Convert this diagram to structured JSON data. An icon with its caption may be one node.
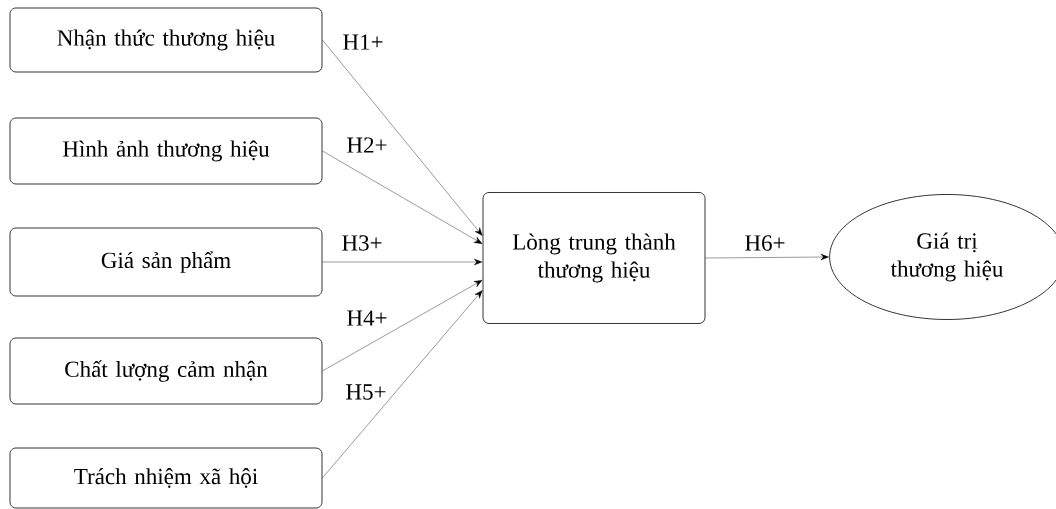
{
  "diagram": {
    "nodes": [
      {
        "text": [
          "Nhận thức thương hiệu"
        ]
      },
      {
        "text": [
          "Hình ảnh thương hiệu"
        ]
      },
      {
        "text": [
          "Giá sản phẩm"
        ]
      },
      {
        "text": [
          "Chất lượng cảm nhận"
        ]
      },
      {
        "text": [
          "Trách nhiệm xã hội"
        ]
      },
      {
        "text": [
          "Lòng trung thành thương hiệu"
        ]
      },
      {
        "text": [
          "Giá trị thương hiệu"
        ]
      }
    ],
    "edges": [
      {
        "from": 0,
        "to": 5,
        "arrow": "to",
        "label": "H1+"
      },
      {
        "from": 1,
        "to": 5,
        "arrow": "to",
        "label": "H2+"
      },
      {
        "from": 2,
        "to": 5,
        "arrow": "to",
        "label": "H3+"
      },
      {
        "from": 3,
        "to": 5,
        "arrow": "to",
        "label": "H4+"
      },
      {
        "from": 4,
        "to": 5,
        "arrow": "to",
        "label": "H5+"
      },
      {
        "from": 5,
        "to": 6,
        "arrow": "to",
        "label": "H6+"
      }
    ]
  }
}
